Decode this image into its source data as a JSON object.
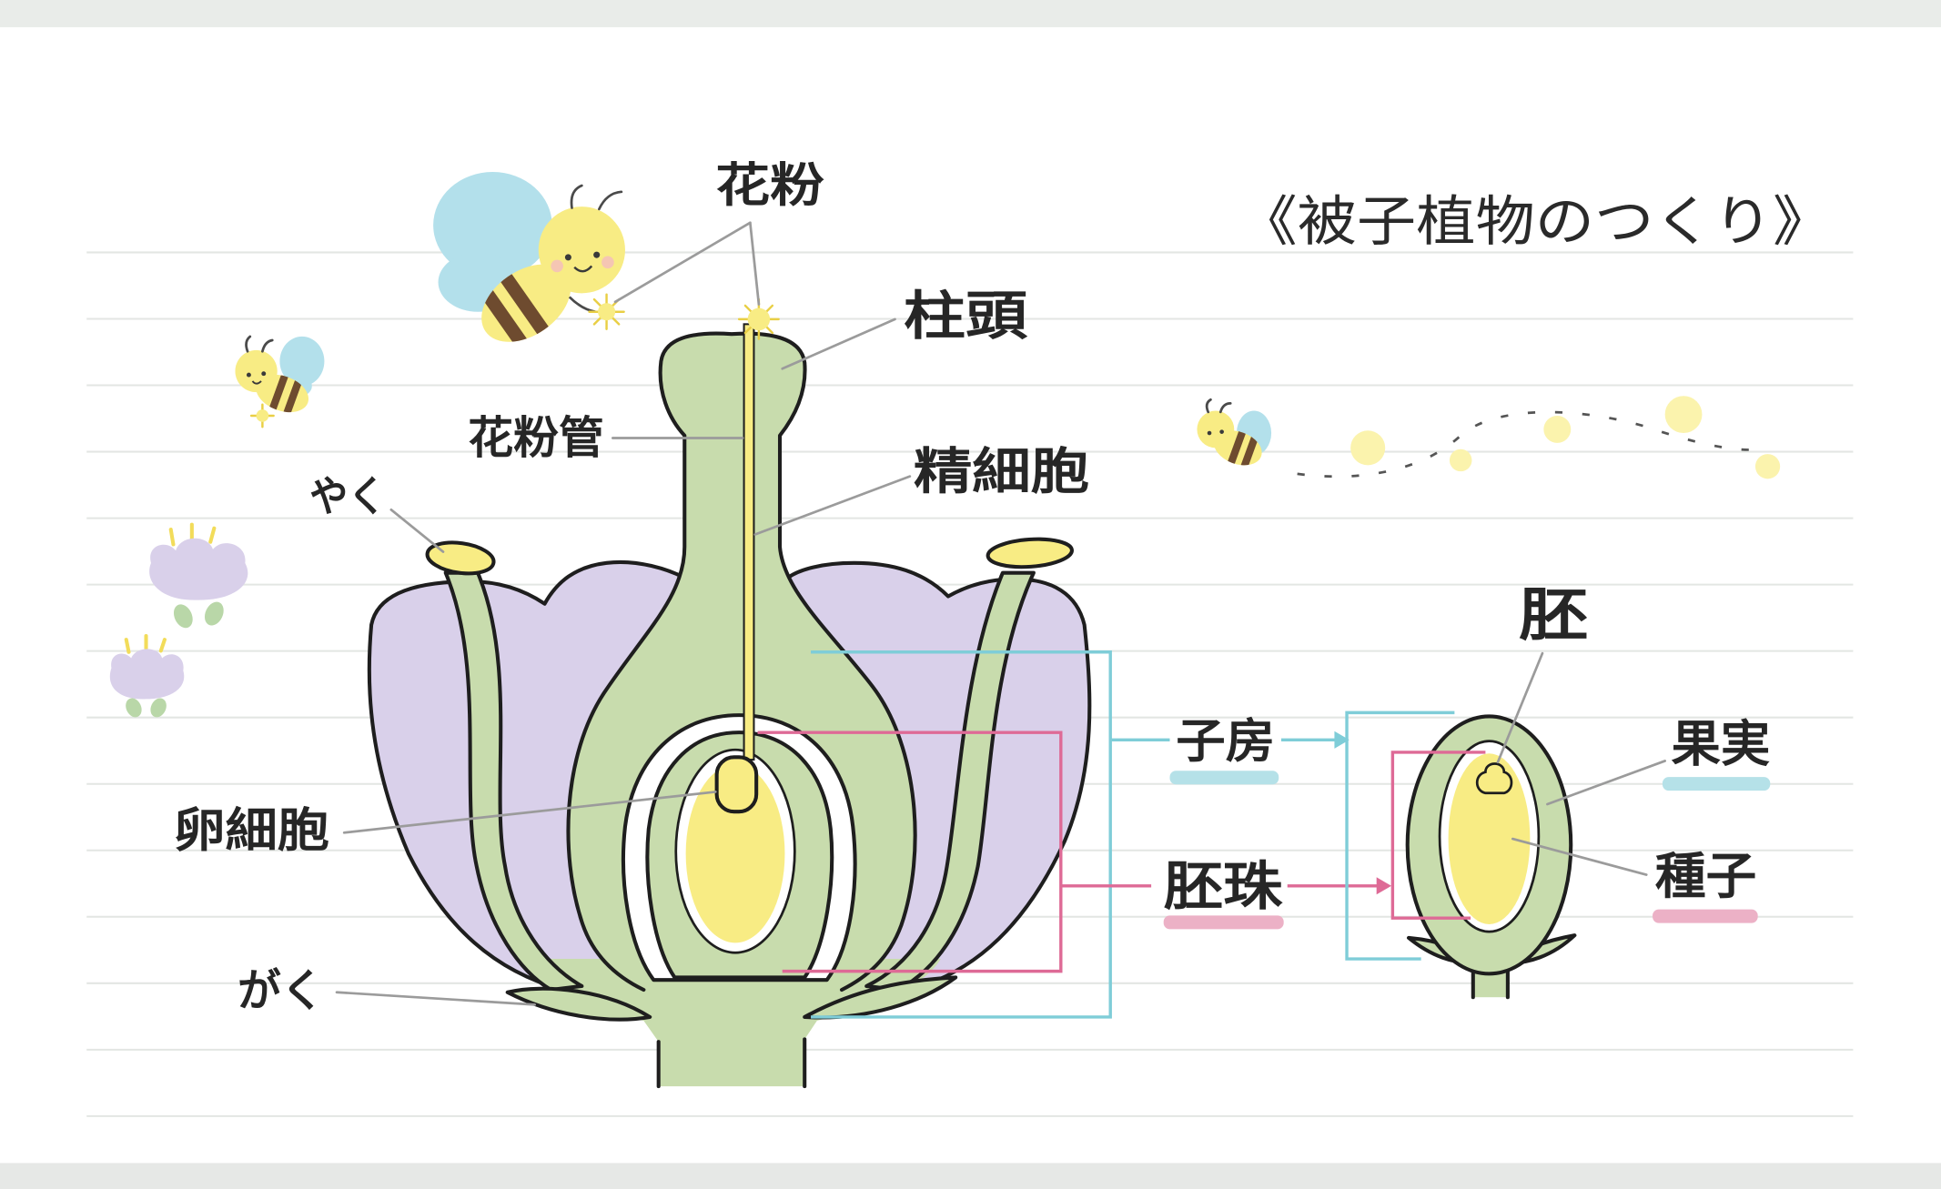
{
  "title": "《被子植物のつくり》",
  "labels": {
    "pollen": "花粉",
    "stigma": "柱頭",
    "pollen_tube": "花粉管",
    "sperm_cell": "精細胞",
    "anther": "やく",
    "egg_cell": "卵細胞",
    "sepal": "がく",
    "ovary": "子房",
    "ovule": "胚珠",
    "embryo": "胚",
    "fruit": "果実",
    "seed": "種子"
  },
  "icons": [
    "bee-icon",
    "pollen-icon",
    "flower-icon"
  ],
  "colors": {
    "petal": "#d9d0ea",
    "plant": "#c8dcad",
    "yellow": "#f8ec84",
    "accent_blue": "#7fcdd8",
    "accent_pink": "#de6a96",
    "highlight_blue": "#b5e1e8",
    "highlight_pink": "#ecb1c6",
    "wing": "#b3e0eb",
    "bee_stripe": "#6e4b2f",
    "pollen_dot": "#fbf3ad"
  }
}
